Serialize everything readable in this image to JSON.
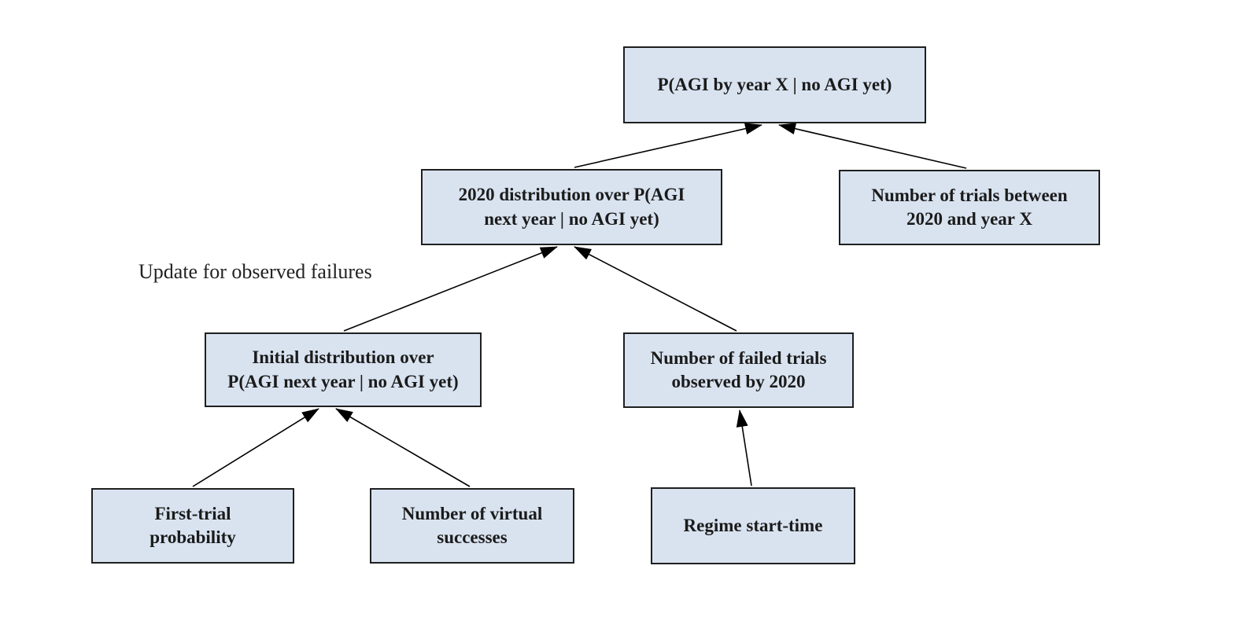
{
  "diagram": {
    "description": "Tree diagram of factors feeding into P(AGI by year X | no AGI yet)"
  },
  "nodes": {
    "top": {
      "label": "P(AGI by year X | no AGI yet)"
    },
    "dist2020": {
      "label": "2020 distribution over P(AGI\nnext year | no AGI yet)"
    },
    "trials": {
      "label": "Number of trials between\n2020 and year X"
    },
    "initial": {
      "label": "Initial distribution over\nP(AGI next year | no AGI yet)"
    },
    "failed": {
      "label": "Number of failed trials\nobserved by 2020"
    },
    "first": {
      "label": "First-trial\nprobability"
    },
    "virtual": {
      "label": "Number of virtual\nsuccesses"
    },
    "regime": {
      "label": "Regime start-time"
    }
  },
  "annotation": {
    "label": "Update for observed failures"
  },
  "edges": [
    {
      "from": "2020-distribution",
      "to": "p-agi-by-year-x"
    },
    {
      "from": "number-of-trials",
      "to": "p-agi-by-year-x"
    },
    {
      "from": "initial-distribution",
      "to": "2020-distribution"
    },
    {
      "from": "number-of-failed-trials",
      "to": "2020-distribution"
    },
    {
      "from": "first-trial-probability",
      "to": "initial-distribution"
    },
    {
      "from": "number-of-virtual-successes",
      "to": "initial-distribution"
    },
    {
      "from": "regime-start-time",
      "to": "number-of-failed-trials"
    }
  ],
  "colors": {
    "node_fill": "#d9e3f0",
    "node_border": "#1f1f1f",
    "arrow": "#000000",
    "text": "#1b1b1b",
    "background": "#ffffff"
  }
}
